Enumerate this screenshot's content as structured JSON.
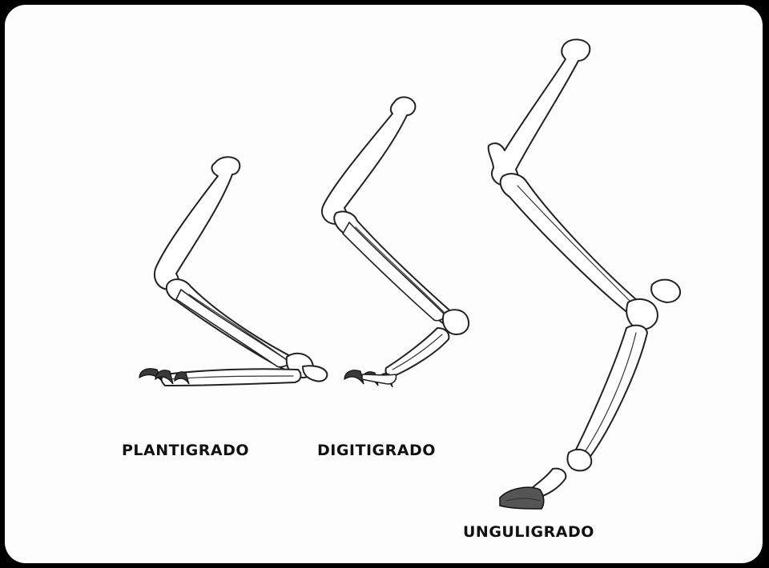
{
  "labels": {
    "plantigrado": "PLANTIGRADO",
    "digitigrado": "DIGITIGRADO",
    "unguligrado": "UNGULIGRADO"
  }
}
